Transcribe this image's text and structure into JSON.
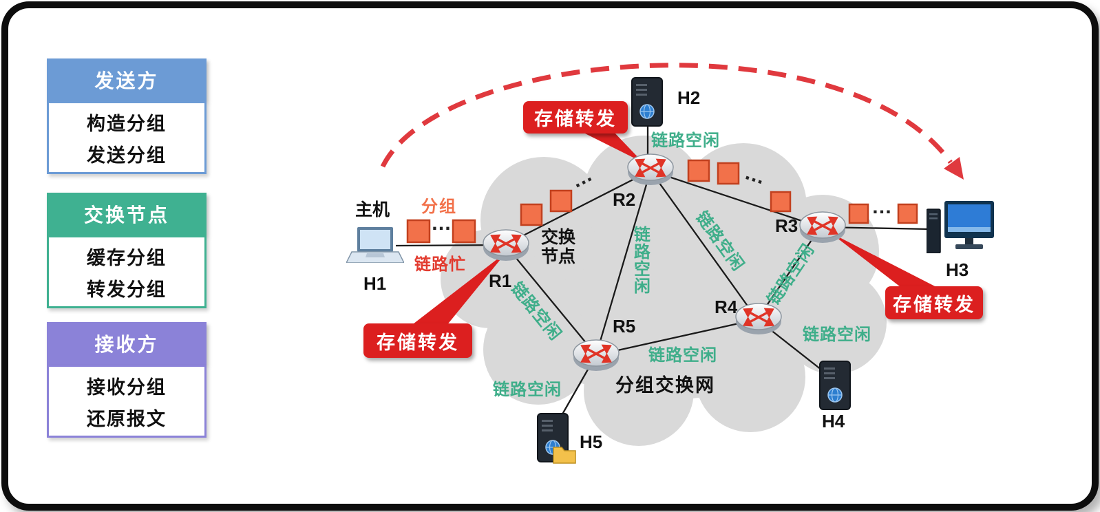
{
  "legend": {
    "boxes": [
      {
        "title": "发送方",
        "line1": "构造分组",
        "line2": "发送分组",
        "color": "#6c9bd5"
      },
      {
        "title": "交换节点",
        "line1": "缓存分组",
        "line2": "转发分组",
        "color": "#3fb191"
      },
      {
        "title": "接收方",
        "line1": "接收分组",
        "line2": "还原报文",
        "color": "#8b82d8"
      }
    ]
  },
  "diagram": {
    "hosts": {
      "host_label": "主机",
      "h1": "H1",
      "h2": "H2",
      "h3": "H3",
      "h4": "H4",
      "h5": "H5"
    },
    "routers": {
      "r1": "R1",
      "r2": "R2",
      "r3": "R3",
      "r4": "R4",
      "r5": "R5"
    },
    "labels": {
      "packet": "分组",
      "link_busy": "链路忙",
      "link_idle": "链路空闲",
      "switch_node_line1": "交换",
      "switch_node_line2": "节点",
      "store_forward": "存储转发",
      "network_name": "分组交换网",
      "ellipsis": "…"
    },
    "colors": {
      "cloud": "#d9d9d9",
      "packet_fill": "#f2714a",
      "packet_border": "#c2401e",
      "callout_red": "#dc1f1f",
      "idle_green": "#3fae8a",
      "busy_red": "#e23a2e",
      "arc_red": "#e0393e"
    }
  }
}
